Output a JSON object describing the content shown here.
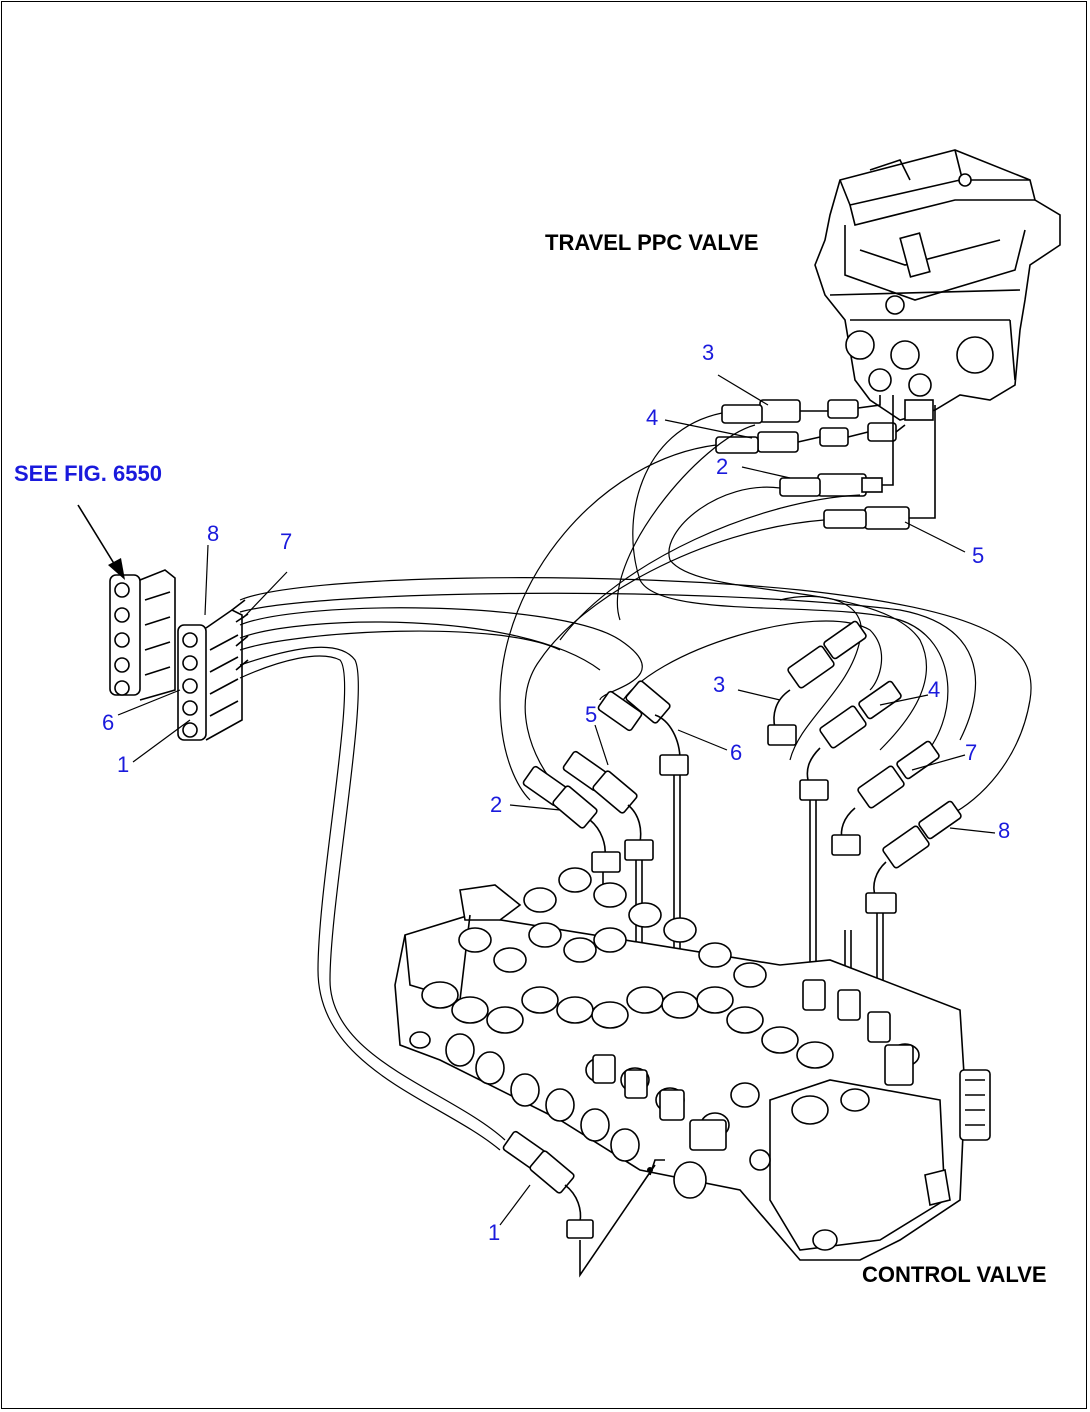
{
  "labels": {
    "travel_ppc_valve": "TRAVEL PPC VALVE",
    "control_valve": "CONTROL VALVE",
    "see_fig": "SEE FIG. 6550"
  },
  "callouts": {
    "ppc_3": "3",
    "ppc_4": "4",
    "ppc_2": "2",
    "ppc_5": "5",
    "left_8": "8",
    "left_7": "7",
    "left_6": "6",
    "left_1": "1",
    "mid_3": "3",
    "mid_4": "4",
    "mid_5": "5",
    "mid_6": "6",
    "mid_7": "7",
    "mid_2": "2",
    "mid_8": "8",
    "bot_1": "1"
  },
  "colors": {
    "callout": "#1a1adc",
    "line": "#000000"
  }
}
